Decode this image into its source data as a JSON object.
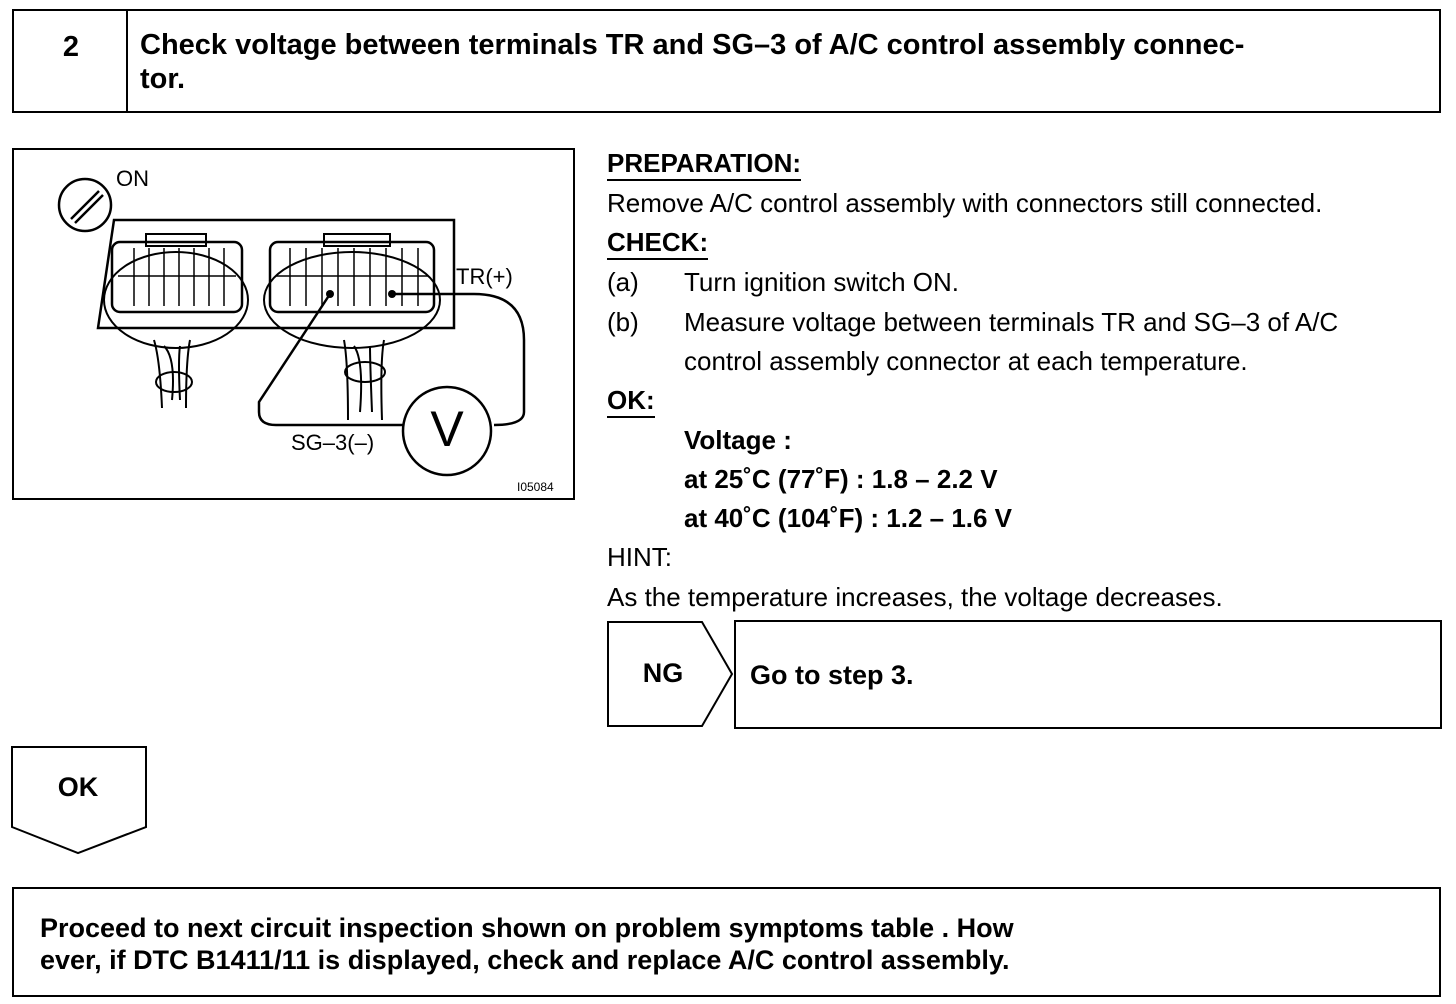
{
  "step": {
    "number": "2",
    "title_line1": "Check voltage between terminals TR and SG–3 of A/C control assembly connec-",
    "title_line2": "tor."
  },
  "figure": {
    "switch_label": "ON",
    "tr_label": "TR(+)",
    "sg_label": "SG–3(–)",
    "meter_label": "V",
    "figure_id": "I05084"
  },
  "preparation": {
    "heading": "PREPARATION:",
    "text": "Remove A/C control assembly with connectors still connected."
  },
  "check": {
    "heading": "CHECK:",
    "items": [
      {
        "marker": "(a)",
        "line1": "Turn ignition switch ON.",
        "line2": ""
      },
      {
        "marker": "(b)",
        "line1": "Measure voltage between terminals TR and SG–3 of A/C",
        "line2": "control assembly connector at each temperature."
      }
    ]
  },
  "ok_spec": {
    "heading": "OK:",
    "voltage_label": "Voltage :",
    "spec1": "at 25˚C (77˚F) : 1.8 – 2.2 V",
    "spec2": "at 40˚C (104˚F) : 1.2 – 1.6 V"
  },
  "hint": {
    "heading": "HINT:",
    "text": "As the temperature increases, the voltage decreases."
  },
  "ng_branch": {
    "label": "NG",
    "action": "Go to step 3."
  },
  "ok_branch": {
    "label": "OK"
  },
  "final": {
    "line1": "Proceed to next circuit inspection shown on problem symptoms table . How",
    "line2": "ever, if DTC B1411/11 is displayed, check and replace A/C control assembly."
  }
}
